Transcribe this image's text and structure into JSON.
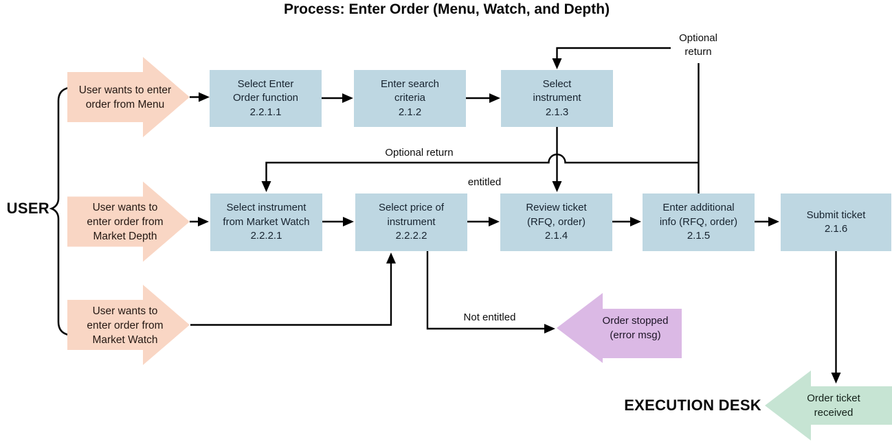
{
  "title": "Process: Enter Order (Menu, Watch, and Depth)",
  "actors": {
    "user": "USER",
    "execution_desk": "EXECUTION DESK"
  },
  "user_arrows": [
    {
      "lines": [
        "User wants to enter",
        "order from Menu"
      ]
    },
    {
      "lines": [
        "User wants to",
        "enter order from",
        "Market Depth"
      ]
    },
    {
      "lines": [
        "User wants to",
        "enter order from",
        "Market Watch"
      ]
    }
  ],
  "process_boxes": [
    {
      "lines": [
        "Select Enter",
        "Order function",
        "2.2.1.1"
      ]
    },
    {
      "lines": [
        "Enter search",
        "criteria",
        "2.1.2"
      ]
    },
    {
      "lines": [
        "Select",
        "instrument",
        "2.1.3"
      ]
    },
    {
      "lines": [
        "Select instrument",
        "from Market Watch",
        "2.2.2.1"
      ]
    },
    {
      "lines": [
        "Select price of",
        "instrument",
        "2.2.2.2"
      ]
    },
    {
      "lines": [
        "Review ticket",
        "(RFQ, order)",
        "2.1.4"
      ]
    },
    {
      "lines": [
        "Enter additional",
        "info (RFQ, order)",
        "2.1.5"
      ]
    },
    {
      "lines": [
        "Submit ticket",
        "2.1.6"
      ]
    }
  ],
  "outcome_arrows": {
    "stopped": {
      "lines": [
        "Order stopped",
        "(error msg)"
      ]
    },
    "received": {
      "lines": [
        "Order ticket",
        "received"
      ]
    }
  },
  "edge_labels": {
    "optional_return_top": {
      "lines": [
        "Optional",
        "return"
      ]
    },
    "optional_return_mid": "Optional return",
    "entitled": "entitled",
    "not_entitled": "Not entitled"
  },
  "colors": {
    "process_box": "#bed7e2",
    "user_arrow": "#f9d6c4",
    "error_arrow": "#dbb9e5",
    "received_arrow": "#c6e4d3",
    "connector": "#000000",
    "box_text": "#17232f"
  }
}
